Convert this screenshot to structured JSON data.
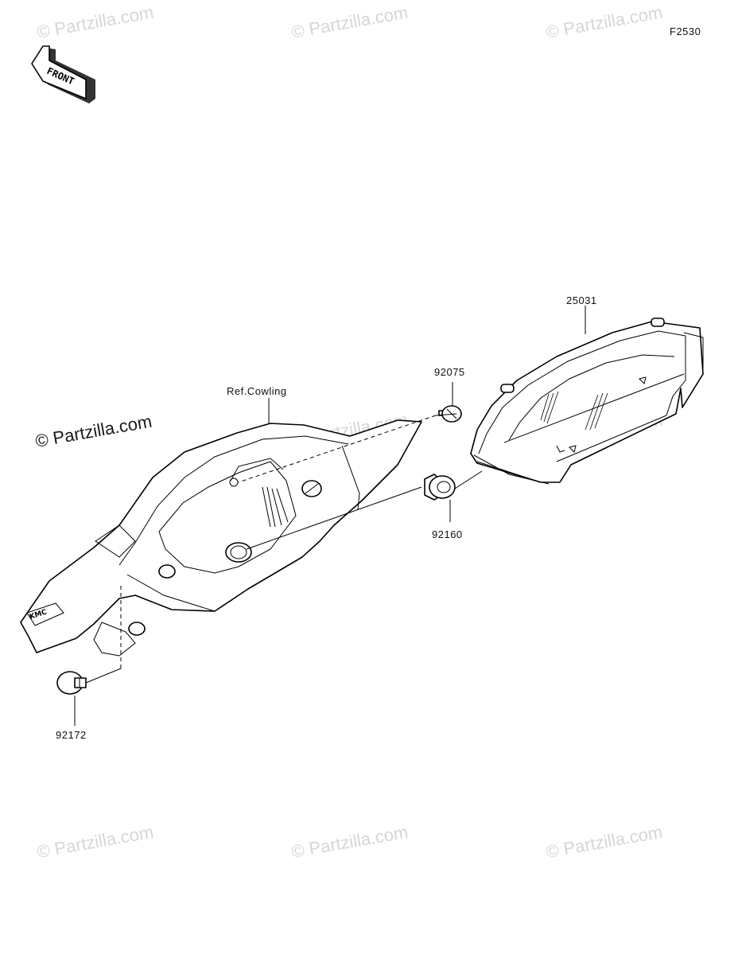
{
  "figure_code": "F2530",
  "front_label": "FRONT",
  "watermark": "© Partzilla.com",
  "watermark_main": "© Partzilla.com",
  "callouts": [
    {
      "id": "meter",
      "text": "25031"
    },
    {
      "id": "screw-top",
      "text": "92075"
    },
    {
      "id": "ref",
      "text": "Ref.Cowling"
    },
    {
      "id": "grommet",
      "text": "92160"
    },
    {
      "id": "screw-bottom",
      "text": "92172"
    }
  ]
}
